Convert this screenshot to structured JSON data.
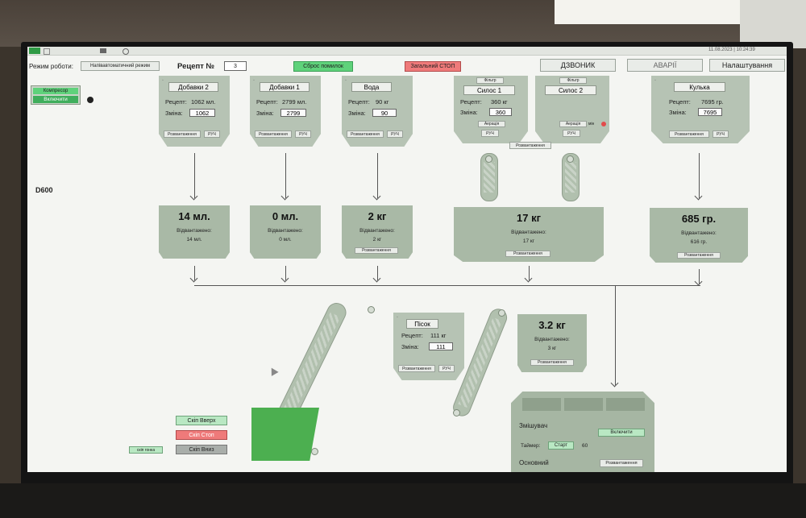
{
  "topbar": {
    "mode_label": "Режим роботи:",
    "mode_value": "Напівавтоматичний режим",
    "recipe_label": "Рецепт №",
    "recipe_value": "3",
    "reset_errors": "Сброс помилок",
    "general_stop": "Загальний СТОП",
    "bell": "ДЗВОНИК",
    "alarms": "АВАРІЇ",
    "settings": "Налаштування",
    "datetime": "11.08.2023 | 10:24:39"
  },
  "compressor": {
    "title": "Компресор",
    "state": "Включити"
  },
  "mixer_name": "D600",
  "common": {
    "recipe": "Рецепт:",
    "change": "Зміна:",
    "unlock": "Розвантаження",
    "manual": "РУЧ",
    "unloaded": "Відвантажено:",
    "filter": "Фільтр",
    "aerate": "Аерація",
    "unload_btn": "Розвантаження"
  },
  "hoppers": [
    {
      "name": "Добавки 2",
      "recipe": "1062 мл.",
      "change": "1062"
    },
    {
      "name": "Добавки 1",
      "recipe": "2799 мл.",
      "change": "2799"
    },
    {
      "name": "Вода",
      "recipe": "90 кг",
      "change": "90"
    },
    {
      "name": "Силос 1",
      "recipe": "360 кг",
      "change": "360"
    },
    {
      "name": "Силос 2",
      "recipe": "",
      "change": ""
    },
    {
      "name": "Кулька",
      "recipe": "7695 гр.",
      "change": "7695"
    }
  ],
  "silo2_extra": "мін",
  "weighers": [
    {
      "big": "14 мл.",
      "unloaded": "14 мл."
    },
    {
      "big": "0 мл.",
      "unloaded": "0 мл."
    },
    {
      "big": "2 кг",
      "unloaded": "2 кг"
    },
    {
      "big": "17 кг",
      "unloaded": "17 кг"
    },
    {
      "big": "685 гр.",
      "unloaded": "616 гр."
    }
  ],
  "sand": {
    "name": "Пісок",
    "recipe": "111 кг",
    "change": "111"
  },
  "sand_weigher": {
    "big": "3.2 кг",
    "unloaded": "3 кг"
  },
  "skip": {
    "up": "Скіп Вверх",
    "stop": "Скіп Стоп",
    "down": "Скіп Вниз",
    "small": "скіп гонка"
  },
  "mixer": {
    "title": "Змішувач",
    "on": "Включити",
    "timer_label": "Таймер:",
    "start": "Старт",
    "timer_value": "60",
    "main": "Основний",
    "unload": "Розвантаження"
  },
  "colors": {
    "screen": "#f4f5f2",
    "panel": "#b6c3b4",
    "green_btn": "#5fd27b",
    "red_btn": "#ef7a7a",
    "skip_bin": "#4caf50"
  }
}
